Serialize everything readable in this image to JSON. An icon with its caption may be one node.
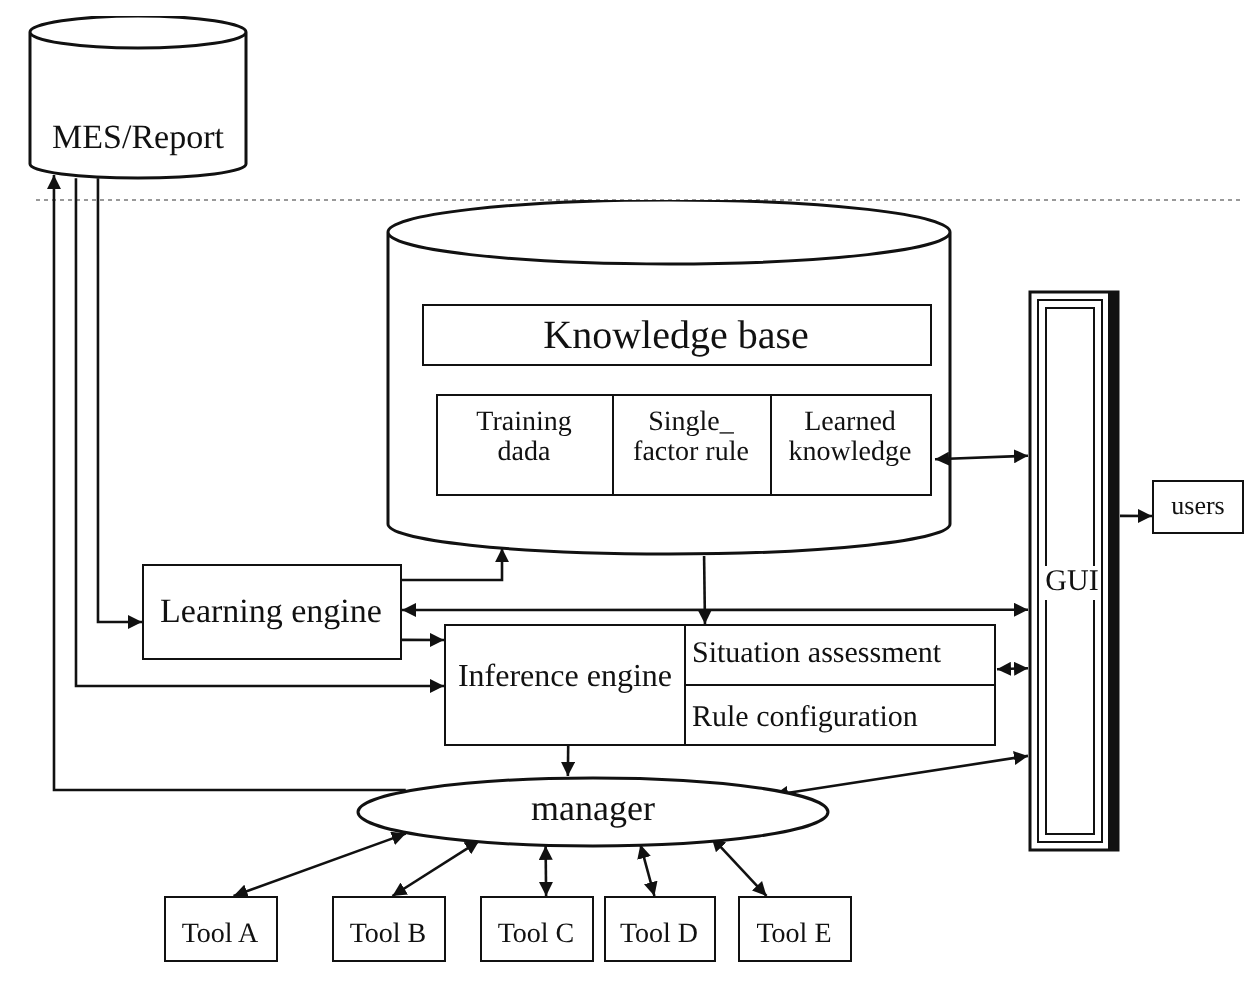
{
  "diagram": {
    "nodes": [
      {
        "text": [
          "MES/Report"
        ]
      },
      {
        "text": [],
        "shape": "cylinder"
      },
      {
        "text": [
          "Knowledge base"
        ],
        "in": 1
      },
      {
        "text": [
          "Training dada"
        ],
        "in": 1
      },
      {
        "text": [
          "Single_ factor rule"
        ],
        "in": 1
      },
      {
        "text": [
          "Learned knowledge"
        ],
        "in": 1
      },
      {
        "text": [
          "GUI"
        ]
      },
      {
        "text": [
          "users"
        ]
      },
      {
        "text": [
          "Learning engine"
        ]
      },
      {
        "text": [
          "Inference engine"
        ]
      },
      {
        "text": [
          "Situation assessment"
        ],
        "in": 9
      },
      {
        "text": [
          "Rule configuration"
        ],
        "in": 9
      },
      {
        "text": [
          "manager"
        ]
      },
      {
        "text": [
          "Tool A"
        ]
      },
      {
        "text": [
          "Tool B"
        ]
      },
      {
        "text": [
          "Tool C"
        ]
      },
      {
        "text": [
          "Tool D"
        ]
      },
      {
        "text": [
          "Tool E"
        ]
      }
    ],
    "edges": [
      {
        "from": 12,
        "to": 0,
        "arrow": "to"
      },
      {
        "from": 0,
        "to": 9,
        "arrow": "to"
      },
      {
        "from": 0,
        "to": 8,
        "arrow": "to"
      },
      {
        "from": 8,
        "to": 1,
        "arrow": "to"
      },
      {
        "from": 8,
        "to": 9,
        "arrow": "to"
      },
      {
        "from": 6,
        "to": 8,
        "arrow": "both"
      },
      {
        "from": 1,
        "to": 10,
        "arrow": "to"
      },
      {
        "from": 5,
        "to": 6,
        "arrow": "both"
      },
      {
        "from": 10,
        "to": 6,
        "arrow": "both"
      },
      {
        "from": 6,
        "to": 7,
        "arrow": "to"
      },
      {
        "from": 12,
        "to": 6,
        "arrow": "both"
      },
      {
        "from": 9,
        "to": 12,
        "arrow": "to"
      },
      {
        "from": 12,
        "to": 13,
        "arrow": "both"
      },
      {
        "from": 12,
        "to": 14,
        "arrow": "both"
      },
      {
        "from": 12,
        "to": 15,
        "arrow": "both"
      },
      {
        "from": 12,
        "to": 16,
        "arrow": "both"
      },
      {
        "from": 12,
        "to": 17,
        "arrow": "both"
      }
    ]
  }
}
